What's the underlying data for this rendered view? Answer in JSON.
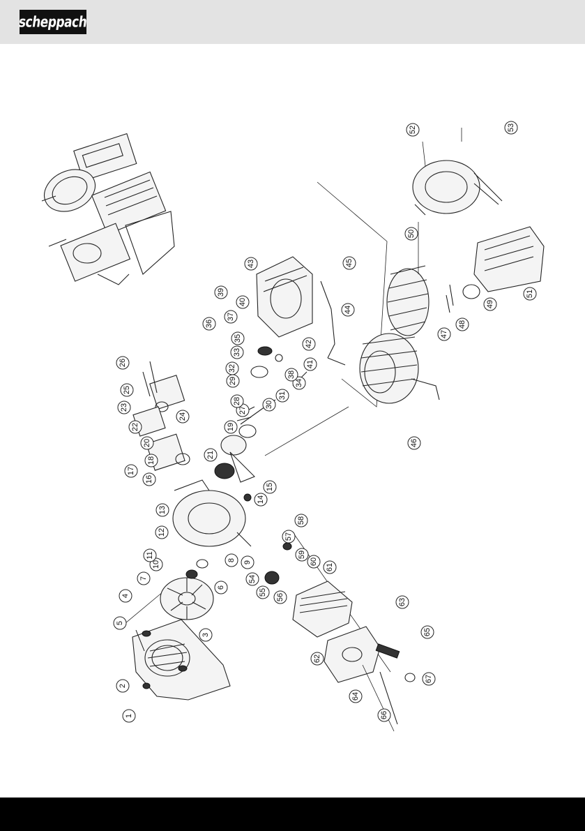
{
  "brand": {
    "logo_text": "scheppach"
  },
  "colors": {
    "header_bg": "#e3e3e3",
    "footer_bg": "#000000",
    "logo_bg": "#111111"
  },
  "callouts": [
    "1",
    "2",
    "3",
    "4",
    "5",
    "6",
    "7",
    "8",
    "9",
    "10",
    "11",
    "12",
    "13",
    "14",
    "15",
    "16",
    "17",
    "18",
    "19",
    "20",
    "21",
    "22",
    "23",
    "24",
    "25",
    "26",
    "27",
    "28",
    "29",
    "30",
    "31",
    "32",
    "33",
    "34",
    "35",
    "36",
    "37",
    "38",
    "39",
    "40",
    "41",
    "42",
    "43",
    "44",
    "45",
    "46",
    "47",
    "48",
    "49",
    "50",
    "51",
    "52",
    "53",
    "54",
    "55",
    "56",
    "57",
    "58",
    "59",
    "60",
    "61",
    "62",
    "63",
    "64",
    "65",
    "66",
    "67"
  ]
}
